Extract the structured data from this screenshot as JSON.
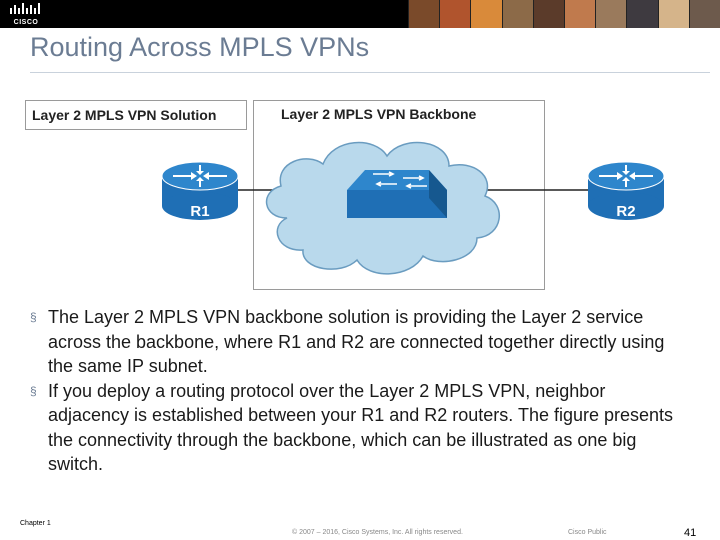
{
  "header": {
    "logo_text": "CISCO",
    "photo_colors": [
      "#7a4a2a",
      "#b0542d",
      "#d98a3a",
      "#8c6a48",
      "#5b3b2a",
      "#c07a4d",
      "#9a7a5c",
      "#3e3a40",
      "#d5b48a",
      "#6d5a4c"
    ]
  },
  "slide": {
    "title": "Routing Across MPLS VPNs"
  },
  "figure": {
    "left_box_label": "Layer 2 MPLS VPN Solution",
    "backbone_label": "Layer 2 MPLS VPN Backbone",
    "router_left": "R1",
    "router_right": "R2",
    "colors": {
      "router": "#1f6fb5",
      "router_top": "#2e86cc",
      "cloud": "#b9d9ec",
      "cloud_edge": "#6a9cc0",
      "switch": "#1f6fb5"
    }
  },
  "bullets": [
    "The Layer 2 MPLS VPN backbone solution is providing the Layer 2 service across the backbone, where R1 and R2 are connected together directly using the same IP subnet.",
    "If you deploy a routing protocol over the Layer 2 MPLS VPN, neighbor adjacency is established between your R1 and R2 routers. The figure presents the connectivity through the backbone, which can be illustrated as one big switch."
  ],
  "bullet_marker": "§",
  "footer": {
    "chapter": "Chapter 1",
    "copyright": "© 2007 – 2016, Cisco Systems, Inc. All rights reserved.",
    "classification": "Cisco Public",
    "page_number": "41"
  }
}
